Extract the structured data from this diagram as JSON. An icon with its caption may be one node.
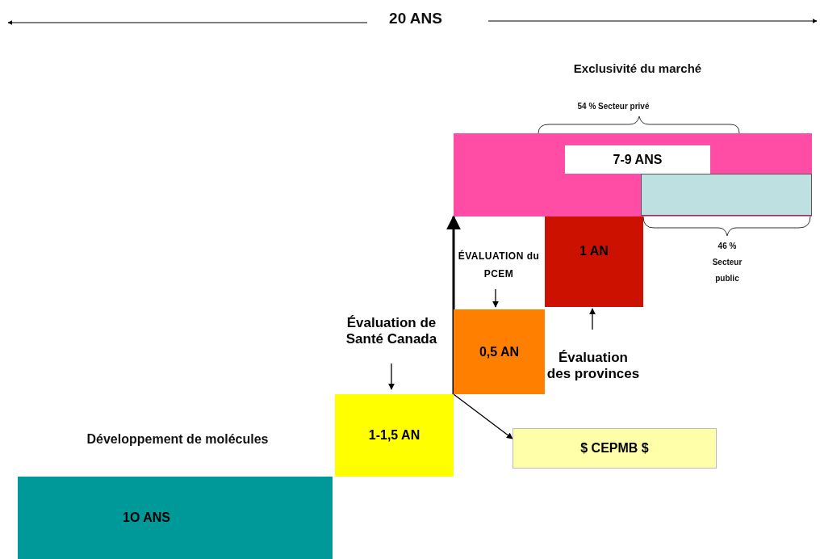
{
  "diagram": {
    "nodes": [
      {
        "text": [
          "1O ANS"
        ]
      },
      {
        "text": [
          "1-1,5 AN"
        ]
      },
      {
        "text": [
          "0,5 AN"
        ]
      },
      {
        "text": [
          "1 AN"
        ]
      },
      {
        "text": [
          "7-9 ANS"
        ]
      },
      {
        "text": [
          "$ CEPMB $"
        ]
      },
      {
        "text": [
          "Évaluation de Santé Canada"
        ]
      },
      {
        "text": [
          "ÉVALUATION du PCEM"
        ]
      },
      {
        "text": [
          "Évaluation des provinces"
        ]
      },
      {
        "text": [],
        "shape": "box",
        "in": 4
      }
    ],
    "edges": [
      {
        "from": 1,
        "to": 4,
        "arrow": "to",
        "style": "thick"
      },
      {
        "from": 1,
        "to": 5,
        "arrow": "to"
      },
      {
        "from": 6,
        "to": 1,
        "arrow": "to"
      },
      {
        "from": 7,
        "to": 2,
        "arrow": "to"
      },
      {
        "from": 8,
        "to": 3,
        "arrow": "to"
      }
    ],
    "labels": [
      "20 ANS",
      "Exclusivité du marché",
      "54 % Secteur privé",
      "Développement de molécules",
      "46 % Secteur public"
    ]
  }
}
